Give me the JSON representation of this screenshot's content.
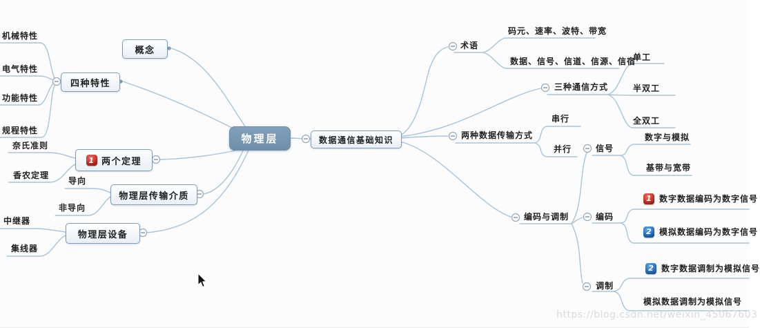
{
  "mindmap": {
    "root": {
      "label": "物理层"
    },
    "left_branches": [
      {
        "label": "概念",
        "children": []
      },
      {
        "label": "四种特性",
        "children": [
          {
            "label": "机械特性"
          },
          {
            "label": "电气特性"
          },
          {
            "label": "功能特性"
          },
          {
            "label": "规程特性"
          }
        ]
      },
      {
        "label": "两个定理",
        "badge": {
          "color": "red",
          "number": "1"
        },
        "children": [
          {
            "label": "奈氏准则"
          },
          {
            "label": "香农定理"
          }
        ]
      },
      {
        "label": "物理层传输介质",
        "children": [
          {
            "label": "导向"
          },
          {
            "label": "非导向"
          }
        ]
      },
      {
        "label": "物理层设备",
        "children": [
          {
            "label": "中继器"
          },
          {
            "label": "集线器"
          }
        ]
      }
    ],
    "right_branch": {
      "label": "数据通信基础知识",
      "children": [
        {
          "label": "术语",
          "children": [
            {
              "label": "码元、速率、波特、带宽"
            },
            {
              "label": "数据、信号、信道、信源、信宿"
            }
          ]
        },
        {
          "label": "三种通信方式",
          "children": [
            {
              "label": "单工"
            },
            {
              "label": "半双工"
            },
            {
              "label": "全双工"
            }
          ]
        },
        {
          "label": "两种数据传输方式",
          "children": [
            {
              "label": "串行"
            },
            {
              "label": "并行"
            }
          ]
        },
        {
          "label": "编码与调制",
          "children": [
            {
              "label": "信号",
              "children": [
                {
                  "label": "数字与模拟"
                },
                {
                  "label": "基带与宽带"
                }
              ]
            },
            {
              "label": "编码",
              "children": [
                {
                  "label": "数字数据编码为数字信号",
                  "badge": {
                    "color": "red",
                    "number": "1"
                  }
                },
                {
                  "label": "模拟数据编码为数字信号",
                  "badge": {
                    "color": "blue",
                    "number": "2"
                  }
                }
              ]
            },
            {
              "label": "调制",
              "children": [
                {
                  "label": "数字数据调制为模拟信号",
                  "badge": {
                    "color": "blue",
                    "number": "2"
                  }
                },
                {
                  "label": "模拟数据调制为模拟信号"
                }
              ]
            }
          ]
        }
      ]
    }
  },
  "watermark": "https://blog.csdn.net/weixin_45067603",
  "colors": {
    "branch_line": "#a9c3d9",
    "central_topic_fill": "#7795ad",
    "topic_border": "#7e9cba",
    "badge_red": "#c3150c",
    "badge_blue": "#0f5fc4",
    "text": "#1f1f1f",
    "watermark": "#d8dbdf"
  }
}
